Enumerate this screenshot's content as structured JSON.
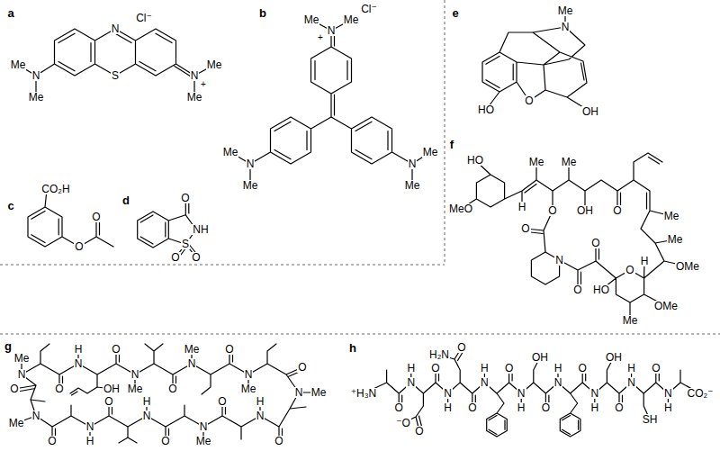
{
  "diagram": {
    "labels": [
      "a",
      "N",
      "Cl⁻",
      "S",
      "N",
      "Me",
      "Me",
      "N",
      "+",
      "Me",
      "Me",
      "b",
      "Cl⁻",
      "Me",
      "N",
      "Me",
      "+",
      "N",
      "Me",
      "Me",
      "N",
      "Me",
      "Me",
      "c",
      "CO₂H",
      "O",
      "O",
      "d",
      "O",
      "NH",
      "S",
      "O",
      "O",
      "e",
      "Me",
      "N",
      "O",
      "HO",
      "OH",
      "f",
      "HO",
      "MeO",
      "Me",
      "Me",
      "H",
      "O",
      "OH",
      "O",
      "Me",
      "O",
      "Me",
      "N",
      "O",
      "O",
      "H",
      "OMe",
      "HO",
      "O",
      "OMe",
      "Me",
      "g",
      "Me",
      "N",
      "O",
      "N",
      "H",
      "OH",
      "O",
      "N",
      "Me",
      "O",
      "N",
      "Me",
      "O",
      "N",
      "Me",
      "O",
      "N",
      "Me",
      "O",
      "N",
      "H",
      "O",
      "N",
      "Me",
      "O",
      "N",
      "H",
      "O",
      "N",
      "H",
      "O",
      "N",
      "Me",
      "O",
      "h",
      "⁺H₃N",
      "O",
      "N",
      "H",
      "⁻O",
      "O",
      "O",
      "N",
      "H",
      "H₂N",
      "O",
      "O",
      "N",
      "H",
      "O",
      "N",
      "H",
      "OH",
      "O",
      "N",
      "H",
      "O",
      "N",
      "H",
      "OH",
      "O",
      "N",
      "H",
      "SH",
      "O",
      "N",
      "H",
      "CO₂⁻"
    ]
  }
}
